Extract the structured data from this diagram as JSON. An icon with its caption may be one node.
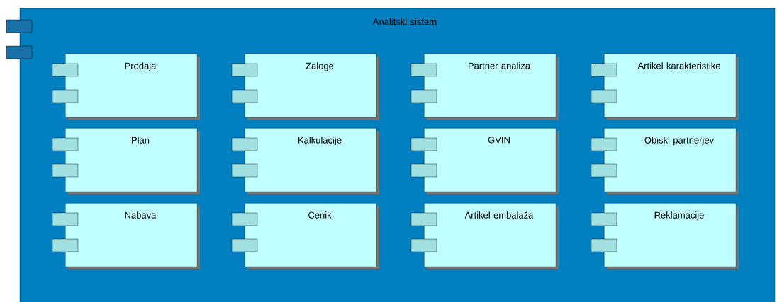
{
  "diagram": {
    "nodes": [
      {
        "text": [
          "Analitski sistem"
        ]
      },
      {
        "text": [
          "Prodaja"
        ],
        "in": 0
      },
      {
        "text": [
          "Zaloge"
        ],
        "in": 0
      },
      {
        "text": [
          "Partner analiza"
        ],
        "in": 0
      },
      {
        "text": [
          "Artikel karakteristike"
        ],
        "in": 0
      },
      {
        "text": [
          "Plan"
        ],
        "in": 0
      },
      {
        "text": [
          "Kalkulacije"
        ],
        "in": 0
      },
      {
        "text": [
          "GVIN"
        ],
        "in": 0
      },
      {
        "text": [
          "Obiski partnerjev"
        ],
        "in": 0
      },
      {
        "text": [
          "Nabava"
        ],
        "in": 0
      },
      {
        "text": [
          "Cenik"
        ],
        "in": 0
      },
      {
        "text": [
          "Artikel embalaža"
        ],
        "in": 0
      },
      {
        "text": [
          "Reklamacije"
        ],
        "in": 0
      }
    ]
  }
}
